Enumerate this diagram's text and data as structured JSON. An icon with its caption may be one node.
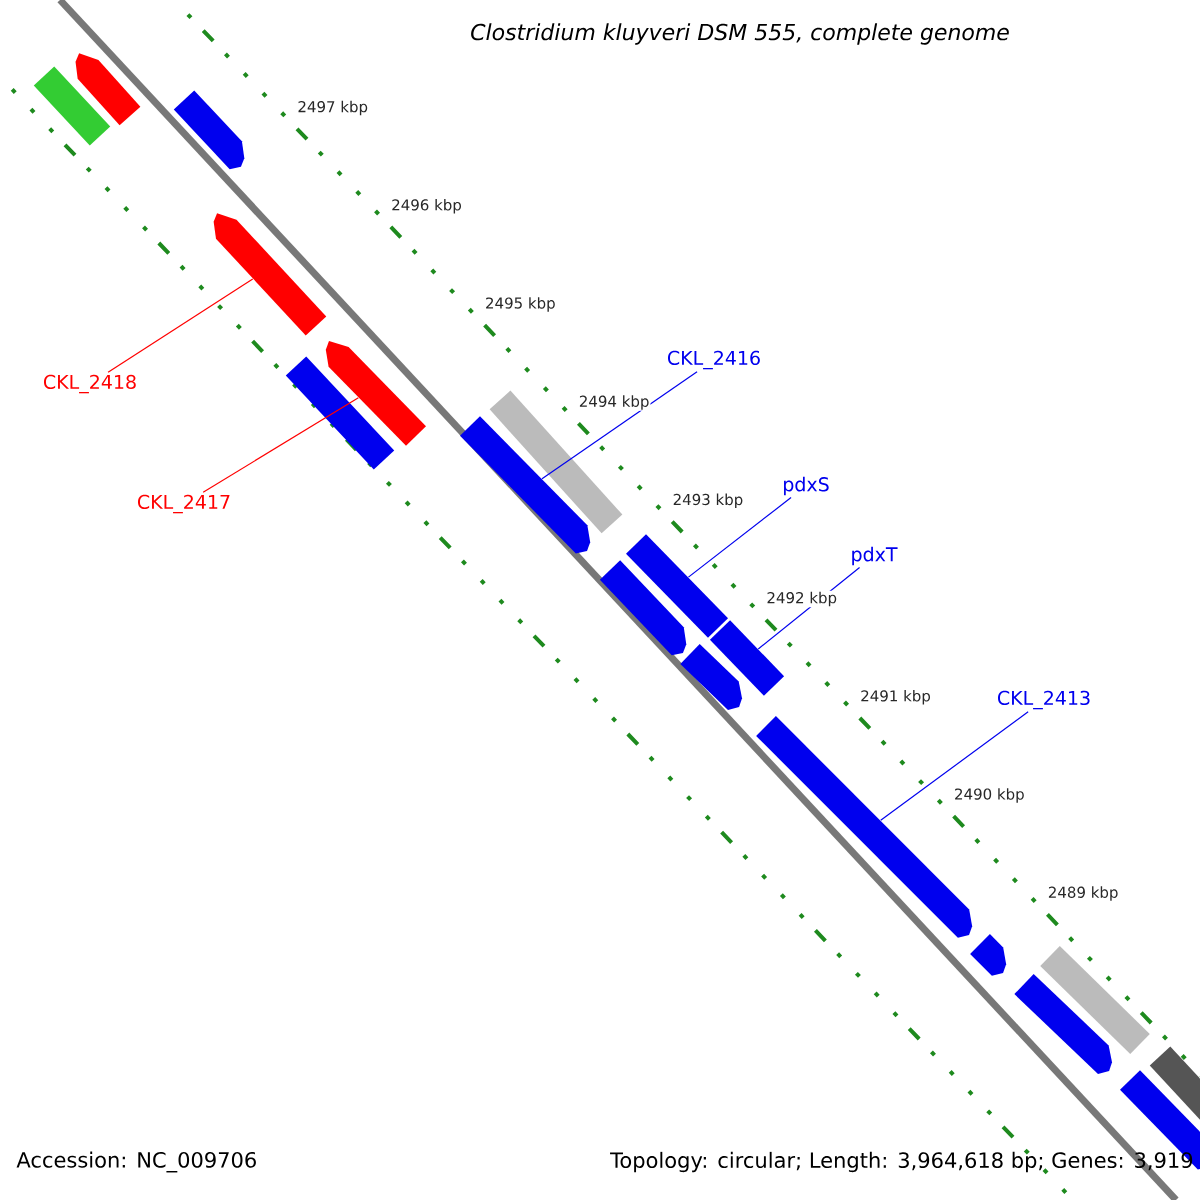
{
  "diagram": {
    "title": "Clostridium kluyveri DSM 555, complete genome",
    "nodes": [
      {
        "text": [
          "CKL_2418"
        ]
      },
      {
        "text": [
          "CKL_2417"
        ]
      },
      {
        "text": [
          "CKL_2416"
        ]
      },
      {
        "text": [
          "pdxS"
        ]
      },
      {
        "text": [
          "pdxT"
        ]
      },
      {
        "text": [
          "CKL_2413"
        ]
      },
      {
        "text": [],
        "shape": "arrow"
      },
      {
        "text": [],
        "shape": "box"
      },
      {
        "text": [],
        "shape": "arrow"
      },
      {
        "text": [],
        "shape": "arrow"
      },
      {
        "text": [],
        "shape": "arrow"
      },
      {
        "text": [],
        "shape": "box"
      },
      {
        "text": [],
        "shape": "arrow"
      },
      {
        "text": [],
        "shape": "box"
      },
      {
        "text": [],
        "shape": "box"
      },
      {
        "text": [],
        "shape": "arrow"
      },
      {
        "text": [],
        "shape": "box"
      },
      {
        "text": [],
        "shape": "arrow"
      },
      {
        "text": [],
        "shape": "arrow"
      },
      {
        "text": [],
        "shape": "arrow"
      },
      {
        "text": [],
        "shape": "arrow"
      },
      {
        "text": [],
        "shape": "box"
      },
      {
        "text": [],
        "shape": "arrow"
      },
      {
        "text": [],
        "shape": "box"
      }
    ],
    "edges": [
      {
        "from": 0,
        "to": 9,
        "arrow": "none",
        "color": "#ff0000"
      },
      {
        "from": 1,
        "to": 10,
        "arrow": "none",
        "color": "#ff0000"
      },
      {
        "from": 2,
        "to": 12,
        "arrow": "none"
      },
      {
        "from": 3,
        "to": 14,
        "arrow": "none"
      },
      {
        "from": 4,
        "to": 16,
        "arrow": "none"
      },
      {
        "from": 5,
        "to": 18,
        "arrow": "none"
      }
    ],
    "labels": [
      "2497 kbp",
      "2496 kbp",
      "2495 kbp",
      "2494 kbp",
      "2493 kbp",
      "2492 kbp",
      "2491 kbp",
      "2490 kbp",
      "2489 kbp",
      "Accession: NC_009706",
      "Topology: circular; Length: 3,964,618 bp; Genes: 3,919"
    ]
  }
}
